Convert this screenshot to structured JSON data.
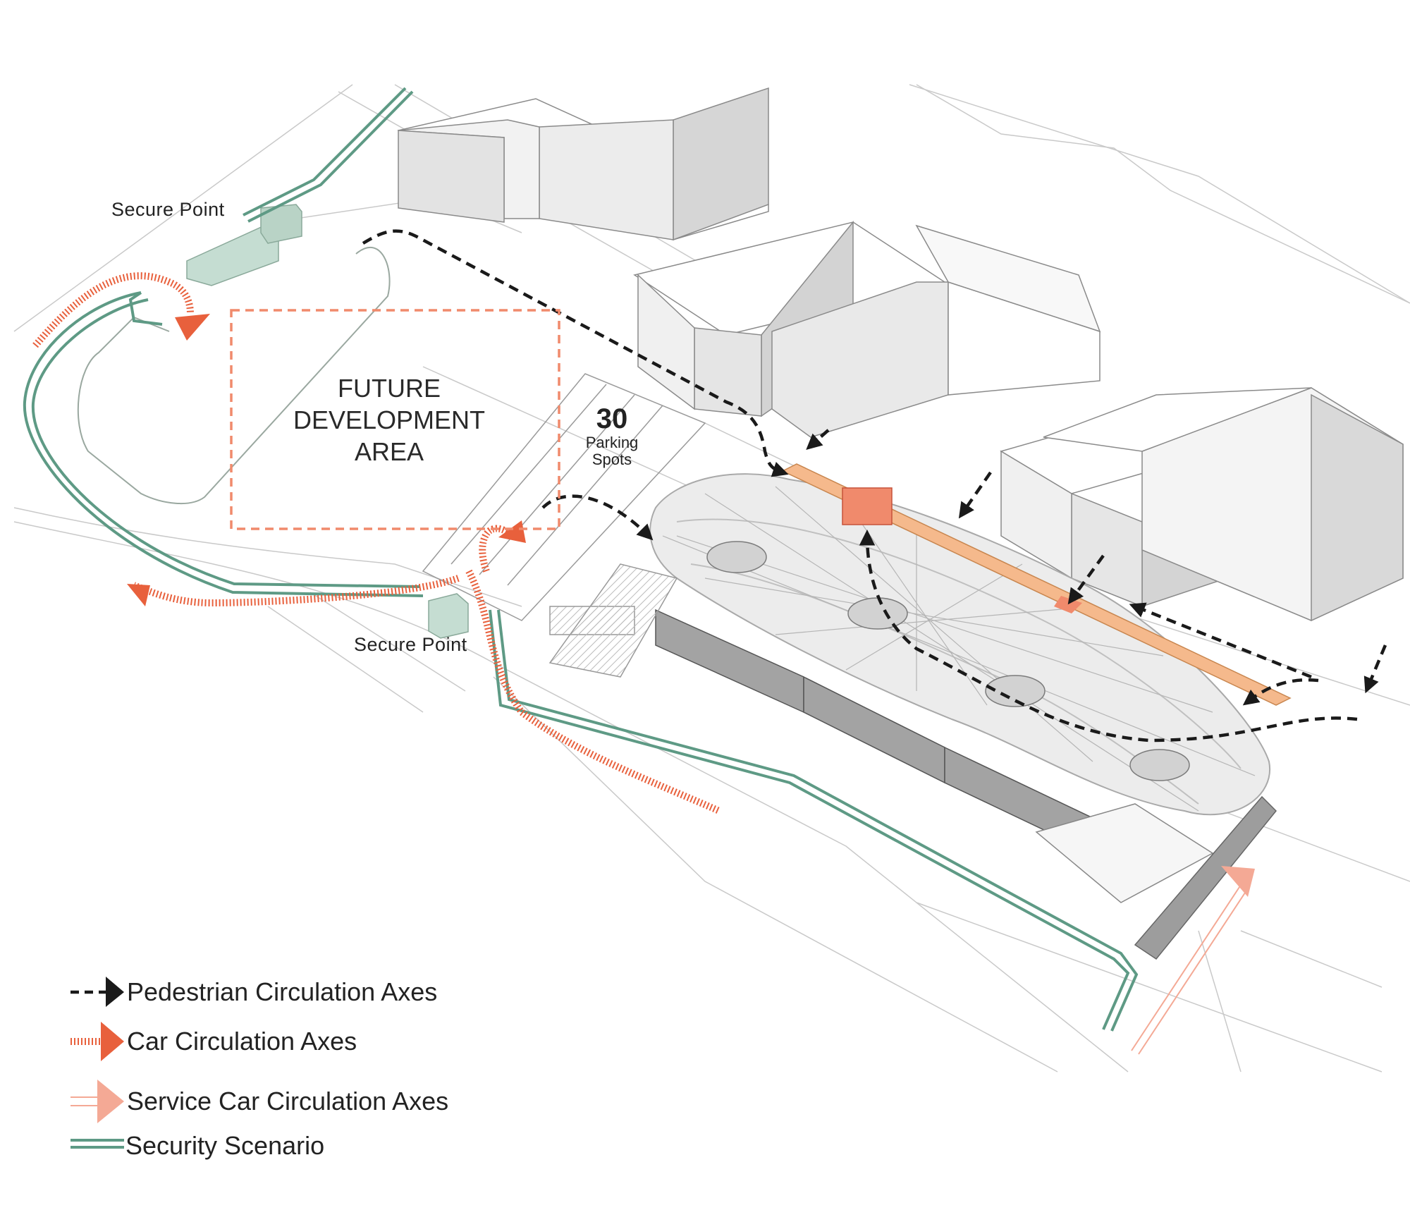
{
  "labels": {
    "secure_point_top": "Secure Point",
    "secure_point_bottom": "Secure Point",
    "future_line1": "FUTURE",
    "future_line2": "DEVELOPMENT",
    "future_line3": "AREA",
    "parking_count": "30",
    "parking_line1": "Parking",
    "parking_line2": "Spots"
  },
  "legend": [
    {
      "key": "pedestrian",
      "label": "Pedestrian Circulation Axes"
    },
    {
      "key": "car",
      "label": "Car Circulation Axes"
    },
    {
      "key": "service",
      "label": "Service Car Circulation Axes"
    },
    {
      "key": "security",
      "label": "Security Scenario"
    }
  ],
  "colors": {
    "pedestrian": "#1a1a1a",
    "car": "#e8603c",
    "service": "#f4a995",
    "security": "#5e9a85",
    "secure_point_fill": "#c5ddd2",
    "future_area": "#f08a6c",
    "walkway": "#f5b98c",
    "building_line": "#9a9a9a"
  }
}
